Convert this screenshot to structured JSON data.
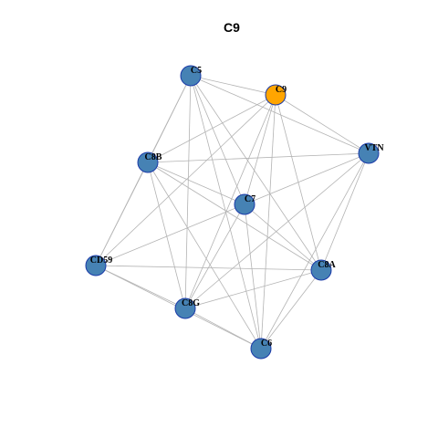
{
  "title": "C9",
  "colors": {
    "query_node": "#FFA500",
    "node": "#4682B4",
    "node_border": "#1A3AA8",
    "edge": "#B3B3B3"
  },
  "nodes": [
    {
      "id": "C5",
      "label": "C5",
      "query": false
    },
    {
      "id": "C9",
      "label": "C9",
      "query": true
    },
    {
      "id": "VTN",
      "label": "VTN",
      "query": false
    },
    {
      "id": "C8B",
      "label": "C8B",
      "query": false
    },
    {
      "id": "C7",
      "label": "C7",
      "query": false
    },
    {
      "id": "CD59",
      "label": "CD59",
      "query": false
    },
    {
      "id": "C8A",
      "label": "C8A",
      "query": false
    },
    {
      "id": "C8G",
      "label": "C8G",
      "query": false
    },
    {
      "id": "C6",
      "label": "C6",
      "query": false
    }
  ],
  "edges": [
    [
      "C5",
      "C9"
    ],
    [
      "C5",
      "VTN"
    ],
    [
      "C5",
      "C8B"
    ],
    [
      "C5",
      "C7"
    ],
    [
      "C5",
      "C8A"
    ],
    [
      "C5",
      "C8G"
    ],
    [
      "C5",
      "C6"
    ],
    [
      "C5",
      "CD59"
    ],
    [
      "C9",
      "VTN"
    ],
    [
      "C9",
      "C8B"
    ],
    [
      "C9",
      "C7"
    ],
    [
      "C9",
      "C8A"
    ],
    [
      "C9",
      "C8G"
    ],
    [
      "C9",
      "C6"
    ],
    [
      "C9",
      "CD59"
    ],
    [
      "VTN",
      "C8B"
    ],
    [
      "VTN",
      "C7"
    ],
    [
      "VTN",
      "C8A"
    ],
    [
      "VTN",
      "C8G"
    ],
    [
      "VTN",
      "C6"
    ],
    [
      "C8B",
      "C7"
    ],
    [
      "C8B",
      "CD59"
    ],
    [
      "C8B",
      "C8A"
    ],
    [
      "C8B",
      "C8G"
    ],
    [
      "C8B",
      "C6"
    ],
    [
      "C7",
      "CD59"
    ],
    [
      "C7",
      "C8A"
    ],
    [
      "C7",
      "C8G"
    ],
    [
      "C7",
      "C6"
    ],
    [
      "CD59",
      "C8A"
    ],
    [
      "CD59",
      "C8G"
    ],
    [
      "CD59",
      "C6"
    ],
    [
      "C8A",
      "C8G"
    ],
    [
      "C8A",
      "C6"
    ],
    [
      "C8G",
      "C6"
    ]
  ]
}
